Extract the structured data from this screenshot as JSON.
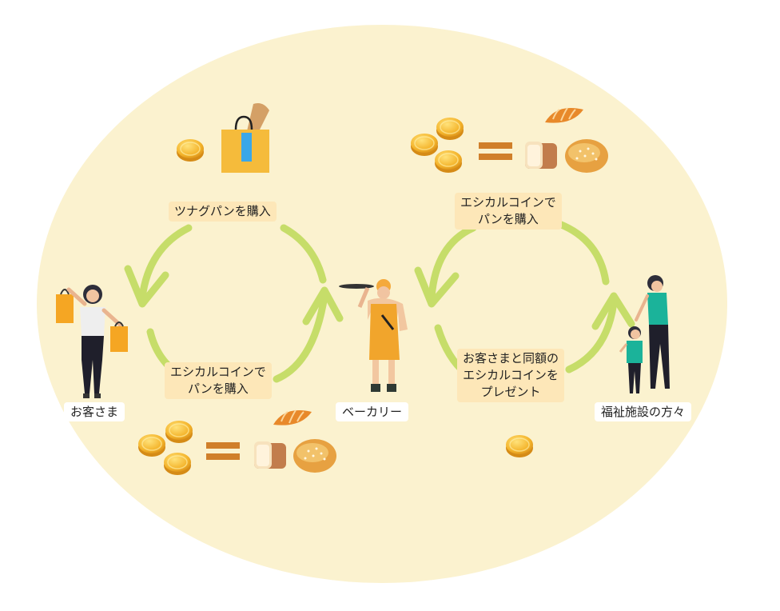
{
  "diagram": {
    "loop_left": {
      "top_label": "ツナグパンを購入",
      "bottom_label_line1": "エシカルコインで",
      "bottom_label_line2": "パンを購入"
    },
    "loop_right": {
      "top_label_line1": "エシカルコインで",
      "top_label_line2": "パンを購入",
      "bottom_label_line1": "お客さまと同額の",
      "bottom_label_line2": "エシカルコインを",
      "bottom_label_line3": "プレゼント"
    },
    "actors": {
      "customer": "お客さま",
      "bakery": "ベーカリー",
      "welfare": "福祉施設の方々"
    },
    "icons": [
      "coin-icon",
      "shopping-bag-bread-icon",
      "equals-icon",
      "bread-loaf-icon",
      "croissant-icon",
      "round-bread-icon",
      "woman-shopping-icon",
      "baker-icon",
      "mother-child-icon"
    ],
    "colors": {
      "background_ellipse": "#fbf2cf",
      "arrows": "#c6dd69",
      "label_bg": "#fde7b8",
      "coin": "#f4b42b",
      "equals": "#d07f2a"
    }
  }
}
